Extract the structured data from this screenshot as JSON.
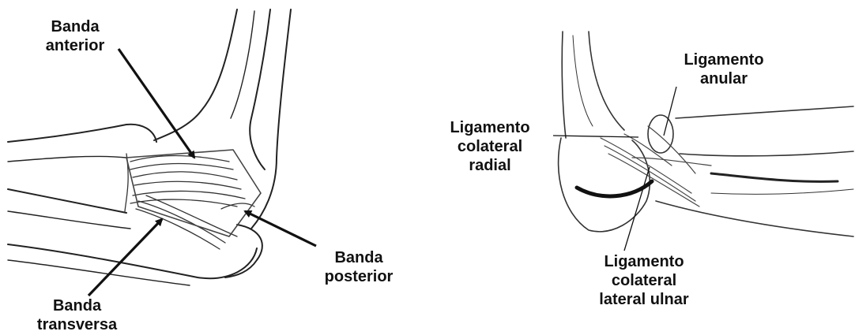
{
  "labels": {
    "banda_anterior": [
      "Banda",
      "anterior"
    ],
    "banda_posterior": [
      "Banda",
      "posterior"
    ],
    "banda_transversa": [
      "Banda",
      "transversa"
    ],
    "ligamento_anular": [
      "Ligamento",
      "anular"
    ],
    "ligamento_colateral_radial": [
      "Ligamento",
      "colateral",
      "radial"
    ],
    "ligamento_colateral_lateral_ulnar": [
      "Ligamento",
      "colateral",
      "lateral ulnar"
    ]
  },
  "colors": {
    "ink": "#111111",
    "shade": "#555555",
    "background": "#ffffff"
  },
  "panels": [
    "medial-elbow-illustration",
    "lateral-elbow-illustration"
  ]
}
